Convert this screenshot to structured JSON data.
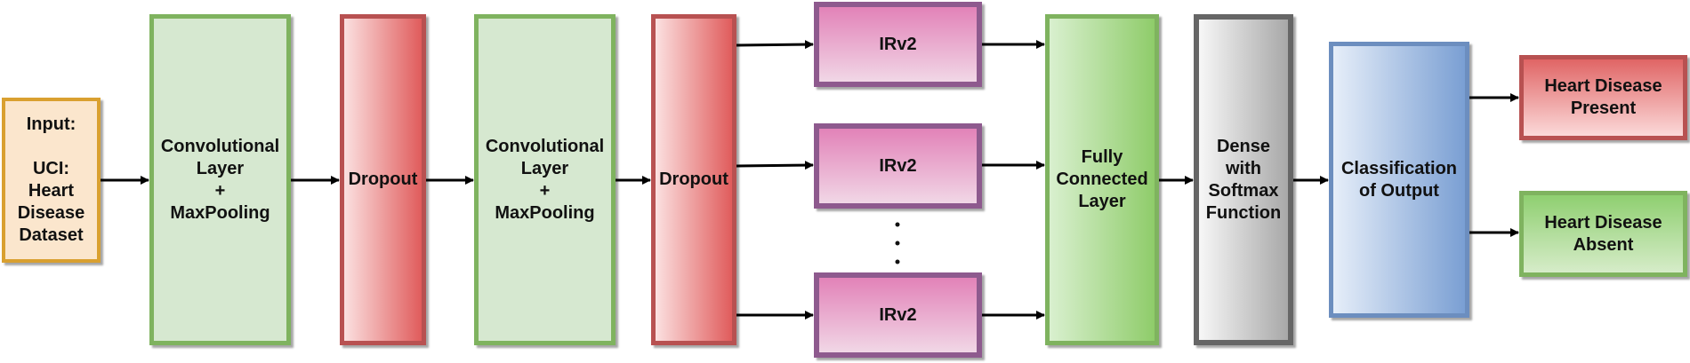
{
  "diagram": {
    "input": "Input:\n\nUCI:\nHeart\nDisease\nDataset",
    "conv1": "Convolutional\nLayer\n+\nMaxPooling",
    "dropout1": "Dropout",
    "conv2": "Convolutional\nLayer\n+\nMaxPooling",
    "dropout2": "Dropout",
    "irv2_top": "IRv2",
    "irv2_mid": "IRv2",
    "irv2_bottom": "IRv2",
    "fully_connected": "Fully\nConnected\nLayer",
    "dense": "Dense\nwith\nSoftmax\nFunction",
    "classification": "Classification\nof Output",
    "present": "Heart Disease\nPresent",
    "absent": "Heart Disease\nAbsent"
  },
  "colors": {
    "input_border": "#d9a030",
    "green_border": "#7fb35f",
    "red_border": "#b85151",
    "purple_border": "#8e5a8e",
    "gray_border": "#666666",
    "blue_border": "#6c8ebf"
  }
}
